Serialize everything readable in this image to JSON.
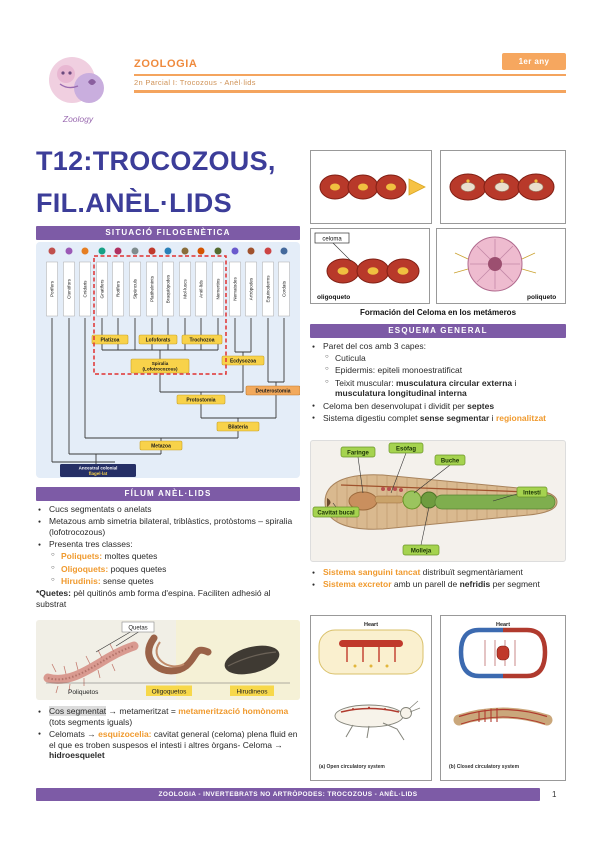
{
  "colors": {
    "accent_orange": "#ef8a3d",
    "purple": "#7d5ba6",
    "title_indigo": "#3c3d99",
    "highlight_orange": "#f09a2e",
    "clade_yellow": "#f8d24a"
  },
  "header": {
    "course": "ZOOLOGIA",
    "subtitle": "2n Parcial I: Trocozous - Anèl·lids",
    "badge": "1er any",
    "logo_text": "Zoology"
  },
  "title": {
    "line1": "T12:TROCOZOUS,",
    "line2": "FIL.ANÈL·LIDS"
  },
  "phylo": {
    "section_title": "SITUACIÓ FILOGENÈTICA",
    "taxa": [
      "Porífers",
      "Ctenòfors",
      "Cnidaris",
      "Gnatífers",
      "Rotífers",
      "Sipúnculs",
      "Platihelmints",
      "Braquiòpodes",
      "Mol·luscs",
      "Anèl·lids",
      "Nemertins",
      "Nematodes",
      "Artròpodes",
      "Equinoderms",
      "Cordats"
    ],
    "clades": {
      "platizoa": "Platizoa",
      "lofoforats": "Lofoforats",
      "trocozoa": "Trochozoa",
      "spiralia1": "Spiralia",
      "spiralia2": "(Lofotrocozous)",
      "ecdysozoa": "Ecdysozoa",
      "protostomia": "Protostomia",
      "deuterostomia": "Deuterostomia",
      "bilateria": "Bilateria",
      "metazoa": "Metazoa",
      "ancestor1": "Ancestral colonial",
      "ancestor2": "flagel·lat"
    }
  },
  "filum": {
    "section_title": "FÍLUM ANÈL·LIDS",
    "b1": "Cucs segmentats o anelats",
    "b2": "Metazous amb simetria bilateral, triblàstics, protòstoms – spiralia (lofotrocozous)",
    "b3": "Presenta tres classes:",
    "classes": [
      {
        "name": "Poliquets:",
        "desc": " moltes quetes"
      },
      {
        "name": "Oligoquets:",
        "desc": " poques quetes"
      },
      {
        "name": "Hirudinis:",
        "desc": " sense quetes"
      }
    ],
    "note_bold": "*Quetes:",
    "note_rest": " pèl quitinós amb forma d'espina. Faciliten adhesió al substrat",
    "fig": {
      "quetas": "Quetas",
      "poliquetos": "Poliquetos",
      "oligoquetos": "Oligoquetos",
      "hirudineos": "Hirudineos"
    },
    "seg_pre": "Cos segmentat",
    "seg_mid": " → metameritzat = ",
    "seg_hl": "metamerització homònoma",
    "seg_post": " (tots segments iguals)",
    "cel_pre": "Celomats → ",
    "cel_hl": "esquizocelia:",
    "cel_mid": " cavitat general (celoma) plena fluid en el que es troben suspesos el intesti i altres òrgans- Celoma → ",
    "cel_bold": "hidroesquelet"
  },
  "metameres": {
    "celoma": "celoma",
    "oligoqueto": "oligoqueto",
    "poliqueto": "poliqueto",
    "caption": "Formación del Celoma en los metámeros"
  },
  "esquema": {
    "section_title": "ESQUEMA GENERAL",
    "b1": "Paret del cos amb 3 capes:",
    "s1": "Cuticula",
    "s2": "Epidermis: epiteli monoestratificat",
    "s3_pre": "Teixit muscular: ",
    "s3_b1": "musculatura circular externa",
    "s3_mid": " i ",
    "s3_b2": "musculatura longitudinal interna",
    "b2_pre": "Celoma ben desenvolupat i dividit per ",
    "b2_bold": "septes",
    "b3_pre": "Sistema digestiu complet ",
    "b3_bold": "sense segmentar",
    "b3_mid": " i ",
    "b3_hl": "regionalitzat",
    "anatomy": [
      "Cavitat bucal",
      "Faringe",
      "Esòfag",
      "Buche",
      "Molleja",
      "Intestí"
    ],
    "sang_hl": "Sistema sanguini tancat",
    "sang_post": " distribuït segmentàriament",
    "exc_hl": "Sistema excretor",
    "exc_mid": " amb un parell de ",
    "exc_bold": "nefridis",
    "exc_post": " per segment"
  },
  "circ": {
    "heart_a": "Heart",
    "heart_b": "Heart",
    "cap_a": "(a) Open circulatory system",
    "cap_b": "(b) Closed circulatory system"
  },
  "footer": {
    "text": "ZOOLOGIA - INVERTEBRATS NO ARTRÒPODES: TROCOZOUS - ANÈL·LIDS",
    "page": "1"
  }
}
